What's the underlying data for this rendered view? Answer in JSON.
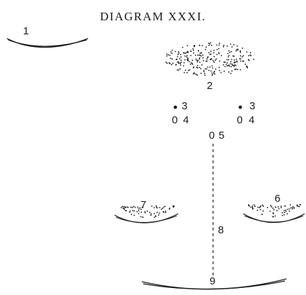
{
  "title": "DIAGRAM XXXI.",
  "labels": {
    "l1": "1",
    "l2": "2",
    "l3a": "3",
    "l3b": "3",
    "l4a": "4",
    "l4b": "4",
    "l5": "5",
    "l6": "6",
    "l7": "7",
    "l8": "8",
    "l9": "9"
  },
  "glyphs": {
    "zero_a": "0",
    "zero_b": "0",
    "zero_c": "0"
  }
}
